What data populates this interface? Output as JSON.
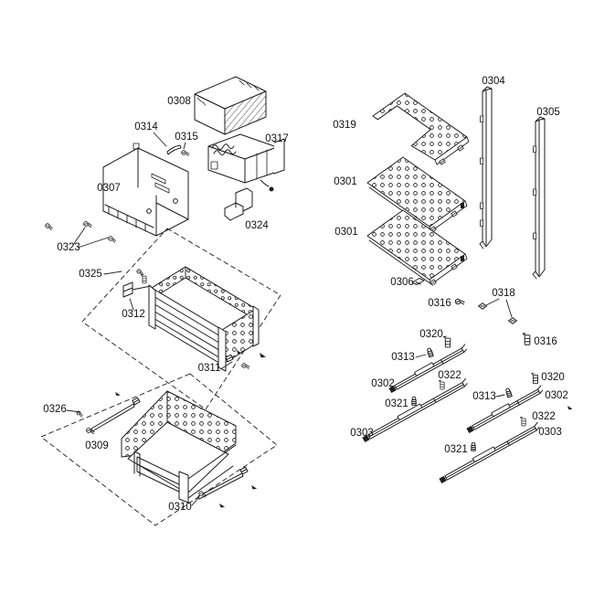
{
  "diagram": {
    "type": "exploded-parts-diagram",
    "colors": {
      "background": "#ffffff",
      "line": "#1c1c1c",
      "label_text": "#111111"
    },
    "part_labels": [
      "0308",
      "0314",
      "0315",
      "0317",
      "0307",
      "0324",
      "0323",
      "0325",
      "0312",
      "0311",
      "0326",
      "0309",
      "0310",
      "0319",
      "0301",
      "0301",
      "0304",
      "0305",
      "0306",
      "0316",
      "0318",
      "0320",
      "0313",
      "0316",
      "0302",
      "0322",
      "0321",
      "0303",
      "0320",
      "0302",
      "0313",
      "0322",
      "0303",
      "0321"
    ]
  }
}
